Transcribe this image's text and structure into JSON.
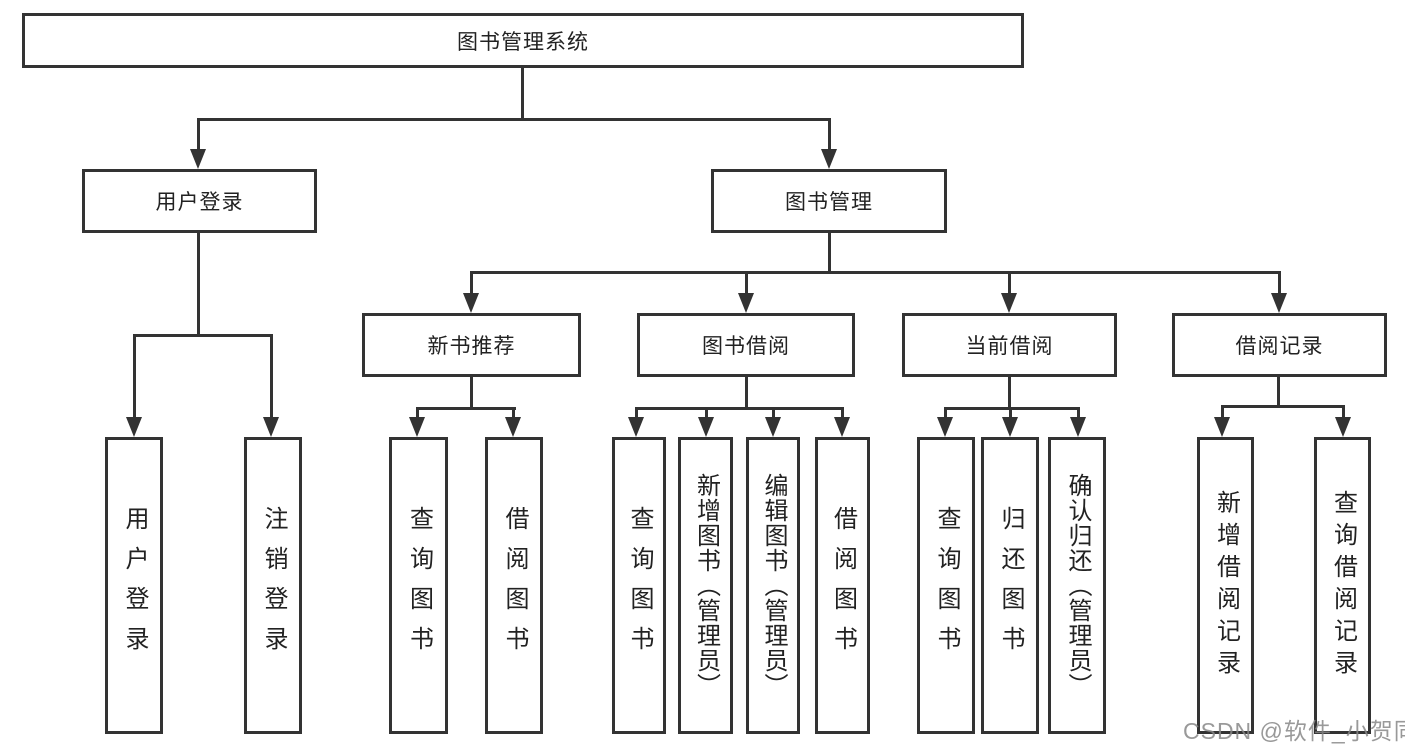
{
  "diagram": {
    "root": "图书管理系统",
    "branches": {
      "user_login": {
        "label": "用户登录",
        "children": [
          "用户登录",
          "注销登录"
        ]
      },
      "book_mgmt": {
        "label": "图书管理",
        "sections": [
          {
            "label": "新书推荐",
            "children": [
              "查询图书",
              "借阅图书"
            ]
          },
          {
            "label": "图书借阅",
            "children": [
              "查询图书",
              "新增图书（管理员）",
              "编辑图书（管理员）",
              "借阅图书"
            ]
          },
          {
            "label": "当前借阅",
            "children": [
              "查询图书",
              "归还图书",
              "确认归还（管理员）"
            ]
          },
          {
            "label": "借阅记录",
            "children": [
              "新增借阅记录",
              "查询借阅记录"
            ]
          }
        ]
      }
    }
  },
  "colors": {
    "line": "#333333",
    "text": "#222222",
    "background": "#ffffff",
    "watermark": "#878787"
  },
  "watermark": {
    "text": "CSDN @软件_小贺同学"
  }
}
